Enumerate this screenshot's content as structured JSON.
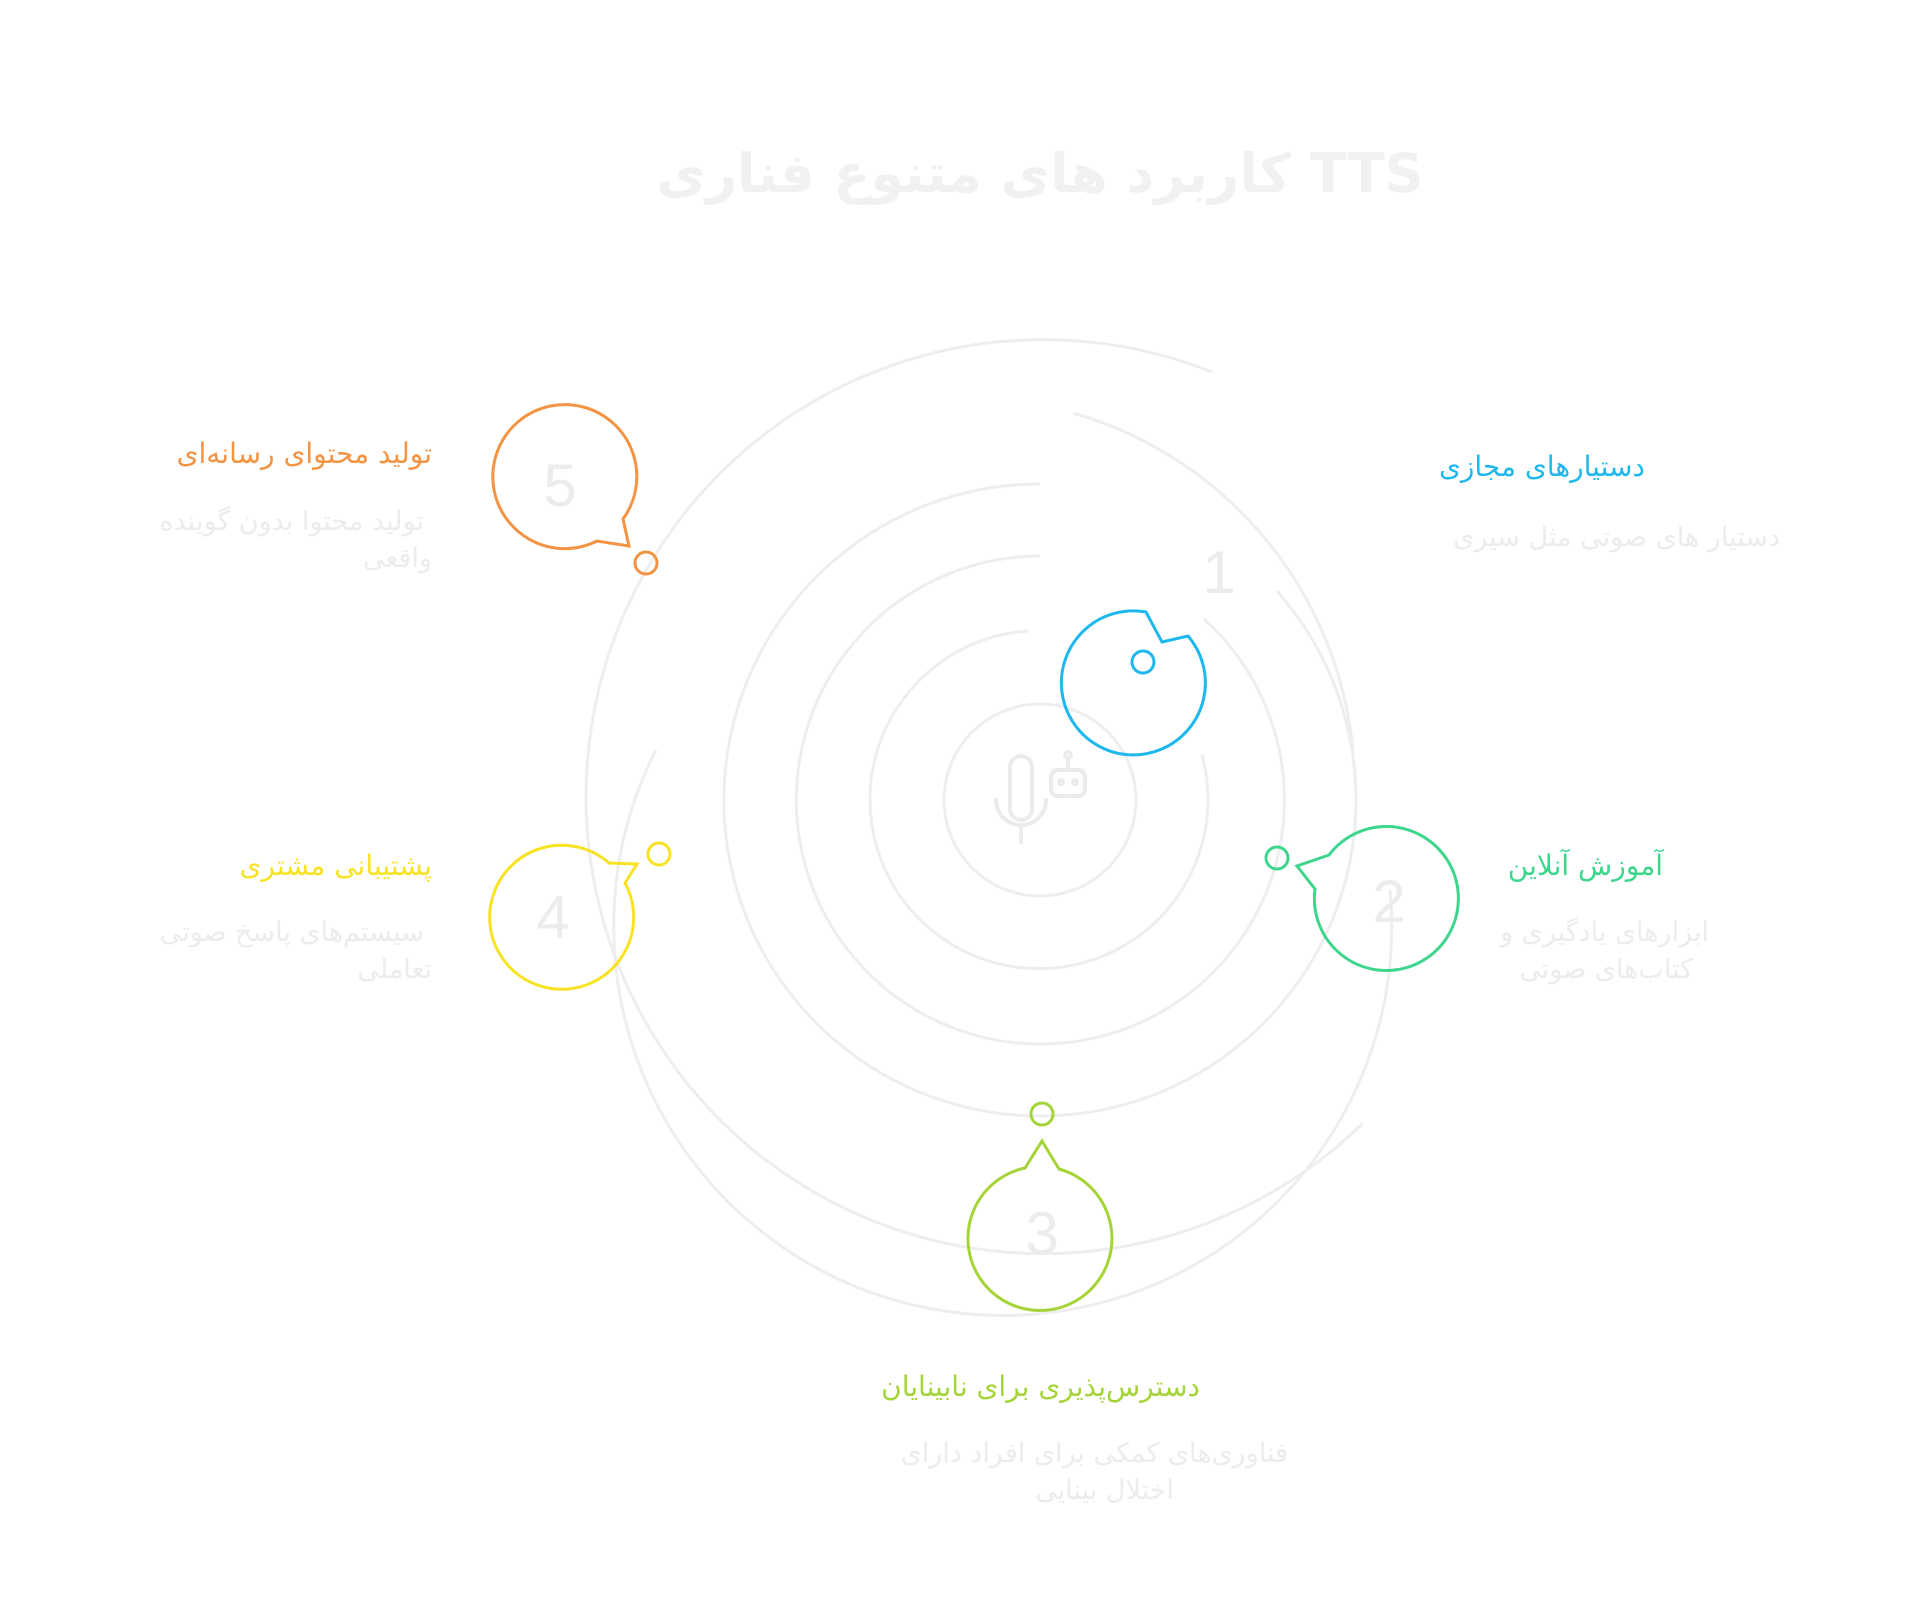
{
  "title": "کاربرد های متنوع فناری TTS",
  "center_icon": "microphone-robot-icon",
  "colors": {
    "ring": "#eeeeee",
    "title": "#f1f1f1",
    "muted_text": "#ececec"
  },
  "items": [
    {
      "number": "1",
      "label": "دستیارهای مجازی",
      "desc": [
        "دستیار های صوتی مثل سیری"
      ],
      "color": "#1eb8ee"
    },
    {
      "number": "2",
      "label": "آموزش آنلاین",
      "desc": [
        "ابزارهای یادگیری و",
        "کتاب‌های صوتی"
      ],
      "color": "#3dd68c"
    },
    {
      "number": "3",
      "label": "دسترس‌پذیری برای نابینایان",
      "desc": [
        "فناوری‌های کمکی برای افراد دارای",
        "اختلال بینایی"
      ],
      "color": "#a5d438"
    },
    {
      "number": "4",
      "label": "پشتیبانی مشتری",
      "desc": [
        "سیستم‌های پاسخ صوتی",
        "تعاملی"
      ],
      "color": "#f8e224"
    },
    {
      "number": "5",
      "label": "تولید محتوای رسانه‌ای",
      "desc": [
        "تولید محتوا بدون گوینده",
        "واقعی"
      ],
      "color": "#f29443"
    }
  ]
}
